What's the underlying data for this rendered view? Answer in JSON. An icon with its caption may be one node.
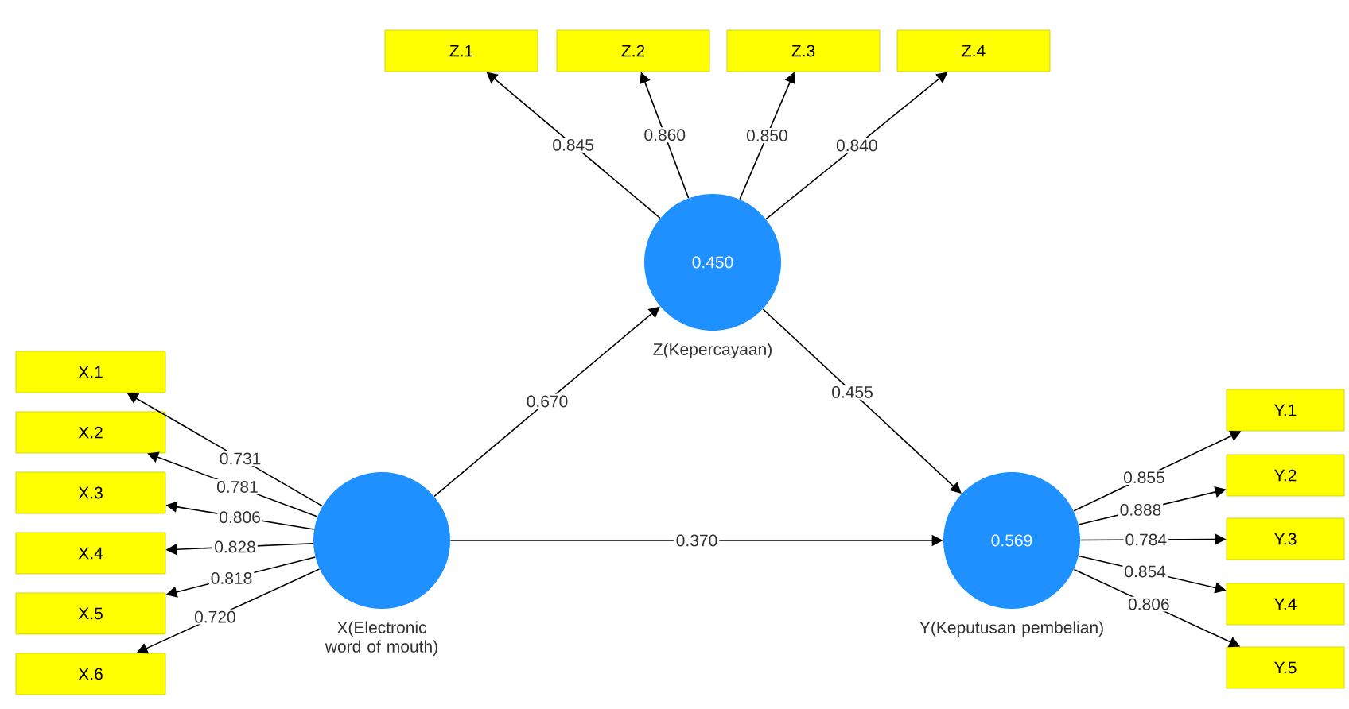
{
  "diagram": {
    "nodes": [
      {
        "text": [
          "Z.1"
        ]
      },
      {
        "text": [
          "Z.2"
        ]
      },
      {
        "text": [
          "Z.3"
        ]
      },
      {
        "text": [
          "Z.4"
        ]
      },
      {
        "text": [
          "0.450",
          "Z(Kepercayaan)"
        ]
      },
      {
        "text": [
          "X.1"
        ]
      },
      {
        "text": [
          "X.2"
        ]
      },
      {
        "text": [
          "X.3"
        ]
      },
      {
        "text": [
          "X.4"
        ]
      },
      {
        "text": [
          "X.5"
        ]
      },
      {
        "text": [
          "X.6"
        ]
      },
      {
        "text": [
          "X(Electronic word of mouth)"
        ]
      },
      {
        "text": [
          "0.569",
          "Y(Keputusan pembelian)"
        ]
      },
      {
        "text": [
          "Y.1"
        ]
      },
      {
        "text": [
          "Y.2"
        ]
      },
      {
        "text": [
          "Y.3"
        ]
      },
      {
        "text": [
          "Y.4"
        ]
      },
      {
        "text": [
          "Y.5"
        ]
      }
    ],
    "edges": [
      {
        "from": 4,
        "to": 0,
        "arrow": "to",
        "label": "0.845"
      },
      {
        "from": 4,
        "to": 1,
        "arrow": "to",
        "label": "0.860"
      },
      {
        "from": 4,
        "to": 2,
        "arrow": "to",
        "label": "0.850"
      },
      {
        "from": 4,
        "to": 3,
        "arrow": "to",
        "label": "0.840"
      },
      {
        "from": 11,
        "to": 4,
        "arrow": "to",
        "label": "0.670"
      },
      {
        "from": 4,
        "to": 12,
        "arrow": "to",
        "label": "0.455"
      },
      {
        "from": 11,
        "to": 12,
        "arrow": "to",
        "label": "0.370"
      },
      {
        "from": 11,
        "to": 5,
        "arrow": "to",
        "label": "0.731"
      },
      {
        "from": 11,
        "to": 6,
        "arrow": "to",
        "label": "0.781"
      },
      {
        "from": 11,
        "to": 7,
        "arrow": "to",
        "label": "0.806"
      },
      {
        "from": 11,
        "to": 8,
        "arrow": "to",
        "label": "0.828"
      },
      {
        "from": 11,
        "to": 9,
        "arrow": "to",
        "label": "0.818"
      },
      {
        "from": 11,
        "to": 10,
        "arrow": "to",
        "label": "0.720"
      },
      {
        "from": 12,
        "to": 13,
        "arrow": "to",
        "label": "0.855"
      },
      {
        "from": 12,
        "to": 14,
        "arrow": "to",
        "label": "0.888"
      },
      {
        "from": 12,
        "to": 15,
        "arrow": "to",
        "label": "0.784"
      },
      {
        "from": 12,
        "to": 16,
        "arrow": "to",
        "label": "0.854"
      },
      {
        "from": 12,
        "to": 17,
        "arrow": "to",
        "label": "0.806"
      }
    ]
  }
}
